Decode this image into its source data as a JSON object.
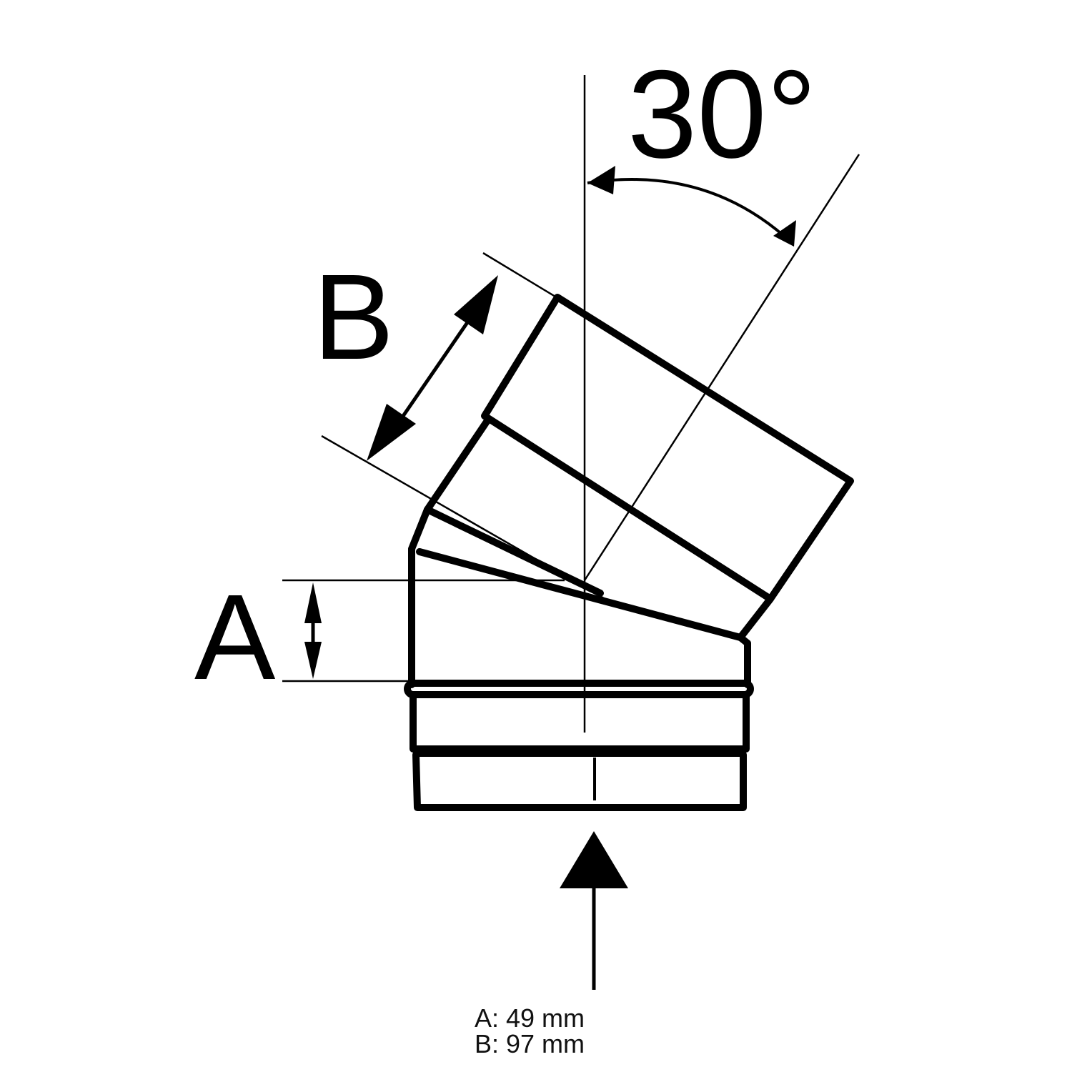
{
  "angle_label": "30°",
  "label_a": "A",
  "label_b": "B",
  "dimensions": {
    "a_text": "A: 49 mm",
    "b_text": "B: 97 mm"
  }
}
